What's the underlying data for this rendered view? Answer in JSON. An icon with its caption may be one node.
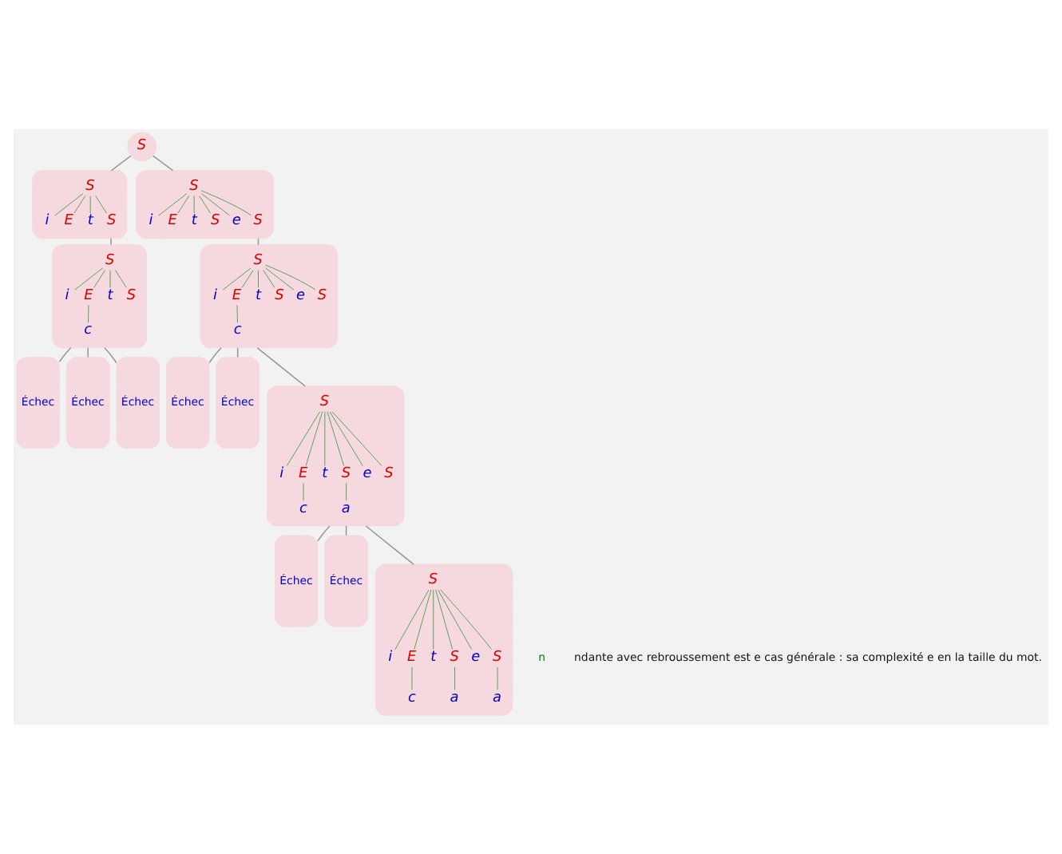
{
  "diagram": {
    "nodes": [
      {
        "text": [
          "S"
        ]
      },
      {
        "text": [],
        "shape": "box"
      },
      {
        "text": [
          "S"
        ],
        "in": 1
      },
      {
        "text": [
          "i"
        ],
        "in": 1
      },
      {
        "text": [
          "E"
        ],
        "in": 1
      },
      {
        "text": [
          "t"
        ],
        "in": 1
      },
      {
        "text": [
          "S"
        ],
        "in": 1
      },
      {
        "text": [],
        "shape": "box"
      },
      {
        "text": [
          "S"
        ],
        "in": 7
      },
      {
        "text": [
          "i"
        ],
        "in": 7
      },
      {
        "text": [
          "E"
        ],
        "in": 7
      },
      {
        "text": [
          "t"
        ],
        "in": 7
      },
      {
        "text": [
          "S"
        ],
        "in": 7
      },
      {
        "text": [
          "e"
        ],
        "in": 7
      },
      {
        "text": [
          "S"
        ],
        "in": 7
      },
      {
        "text": [],
        "shape": "box"
      },
      {
        "text": [
          "S"
        ],
        "in": 15
      },
      {
        "text": [
          "i"
        ],
        "in": 15
      },
      {
        "text": [
          "E"
        ],
        "in": 15
      },
      {
        "text": [
          "t"
        ],
        "in": 15
      },
      {
        "text": [
          "S"
        ],
        "in": 15
      },
      {
        "text": [
          "c"
        ],
        "in": 15
      },
      {
        "text": [],
        "shape": "box"
      },
      {
        "text": [
          "S"
        ],
        "in": 22
      },
      {
        "text": [
          "i"
        ],
        "in": 22
      },
      {
        "text": [
          "E"
        ],
        "in": 22
      },
      {
        "text": [
          "t"
        ],
        "in": 22
      },
      {
        "text": [
          "S"
        ],
        "in": 22
      },
      {
        "text": [
          "e"
        ],
        "in": 22
      },
      {
        "text": [
          "S"
        ],
        "in": 22
      },
      {
        "text": [
          "c"
        ],
        "in": 22
      },
      {
        "text": [
          "Échec"
        ]
      },
      {
        "text": [
          "Échec"
        ]
      },
      {
        "text": [
          "Échec"
        ]
      },
      {
        "text": [
          "Échec"
        ]
      },
      {
        "text": [
          "Échec"
        ]
      },
      {
        "text": [],
        "shape": "box"
      },
      {
        "text": [
          "S"
        ],
        "in": 36
      },
      {
        "text": [
          "i"
        ],
        "in": 36
      },
      {
        "text": [
          "E"
        ],
        "in": 36
      },
      {
        "text": [
          "t"
        ],
        "in": 36
      },
      {
        "text": [
          "S"
        ],
        "in": 36
      },
      {
        "text": [
          "e"
        ],
        "in": 36
      },
      {
        "text": [
          "S"
        ],
        "in": 36
      },
      {
        "text": [
          "c"
        ],
        "in": 36
      },
      {
        "text": [
          "a"
        ],
        "in": 36
      },
      {
        "text": [
          "Échec"
        ]
      },
      {
        "text": [
          "Échec"
        ]
      },
      {
        "text": [],
        "shape": "box"
      },
      {
        "text": [
          "S"
        ],
        "in": 48
      },
      {
        "text": [
          "i"
        ],
        "in": 48
      },
      {
        "text": [
          "E"
        ],
        "in": 48
      },
      {
        "text": [
          "t"
        ],
        "in": 48
      },
      {
        "text": [
          "S"
        ],
        "in": 48
      },
      {
        "text": [
          "e"
        ],
        "in": 48
      },
      {
        "text": [
          "S"
        ],
        "in": 48
      },
      {
        "text": [
          "c"
        ],
        "in": 48
      },
      {
        "text": [
          "a"
        ],
        "in": 48
      },
      {
        "text": [
          "a"
        ],
        "in": 48
      }
    ],
    "edges": [
      {
        "from": 0,
        "to": 1,
        "arrow": "none",
        "color": "#999999"
      },
      {
        "from": 0,
        "to": 7,
        "arrow": "none",
        "color": "#999999"
      },
      {
        "from": 2,
        "to": 3,
        "arrow": "none"
      },
      {
        "from": 2,
        "to": 4,
        "arrow": "none"
      },
      {
        "from": 2,
        "to": 5,
        "arrow": "none"
      },
      {
        "from": 2,
        "to": 6,
        "arrow": "none"
      },
      {
        "from": 8,
        "to": 9,
        "arrow": "none"
      },
      {
        "from": 8,
        "to": 10,
        "arrow": "none"
      },
      {
        "from": 8,
        "to": 11,
        "arrow": "none"
      },
      {
        "from": 8,
        "to": 12,
        "arrow": "none"
      },
      {
        "from": 8,
        "to": 13,
        "arrow": "none"
      },
      {
        "from": 8,
        "to": 14,
        "arrow": "none"
      },
      {
        "from": 1,
        "to": 15,
        "arrow": "none",
        "color": "#999999"
      },
      {
        "from": 7,
        "to": 22,
        "arrow": "none",
        "color": "#999999"
      },
      {
        "from": 16,
        "to": 17,
        "arrow": "none"
      },
      {
        "from": 16,
        "to": 18,
        "arrow": "none"
      },
      {
        "from": 16,
        "to": 19,
        "arrow": "none"
      },
      {
        "from": 16,
        "to": 20,
        "arrow": "none"
      },
      {
        "from": 18,
        "to": 21,
        "arrow": "none"
      },
      {
        "from": 23,
        "to": 24,
        "arrow": "none"
      },
      {
        "from": 23,
        "to": 25,
        "arrow": "none"
      },
      {
        "from": 23,
        "to": 26,
        "arrow": "none"
      },
      {
        "from": 23,
        "to": 27,
        "arrow": "none"
      },
      {
        "from": 23,
        "to": 28,
        "arrow": "none"
      },
      {
        "from": 23,
        "to": 29,
        "arrow": "none"
      },
      {
        "from": 25,
        "to": 30,
        "arrow": "none"
      },
      {
        "from": 15,
        "to": 31,
        "arrow": "none",
        "color": "#999999"
      },
      {
        "from": 15,
        "to": 32,
        "arrow": "none",
        "color": "#999999"
      },
      {
        "from": 15,
        "to": 33,
        "arrow": "none",
        "color": "#999999"
      },
      {
        "from": 22,
        "to": 34,
        "arrow": "none",
        "color": "#999999"
      },
      {
        "from": 22,
        "to": 35,
        "arrow": "none",
        "color": "#999999"
      },
      {
        "from": 22,
        "to": 36,
        "arrow": "none",
        "color": "#999999"
      },
      {
        "from": 37,
        "to": 38,
        "arrow": "none"
      },
      {
        "from": 37,
        "to": 39,
        "arrow": "none"
      },
      {
        "from": 37,
        "to": 40,
        "arrow": "none"
      },
      {
        "from": 37,
        "to": 41,
        "arrow": "none"
      },
      {
        "from": 37,
        "to": 42,
        "arrow": "none"
      },
      {
        "from": 37,
        "to": 43,
        "arrow": "none"
      },
      {
        "from": 39,
        "to": 44,
        "arrow": "none"
      },
      {
        "from": 41,
        "to": 45,
        "arrow": "none"
      },
      {
        "from": 36,
        "to": 46,
        "arrow": "none",
        "color": "#999999"
      },
      {
        "from": 36,
        "to": 47,
        "arrow": "none",
        "color": "#999999"
      },
      {
        "from": 36,
        "to": 48,
        "arrow": "none",
        "color": "#999999"
      },
      {
        "from": 49,
        "to": 50,
        "arrow": "none"
      },
      {
        "from": 49,
        "to": 51,
        "arrow": "none"
      },
      {
        "from": 49,
        "to": 52,
        "arrow": "none"
      },
      {
        "from": 49,
        "to": 53,
        "arrow": "none"
      },
      {
        "from": 49,
        "to": 54,
        "arrow": "none"
      },
      {
        "from": 49,
        "to": 55,
        "arrow": "none"
      },
      {
        "from": 51,
        "to": 56,
        "arrow": "none"
      },
      {
        "from": 53,
        "to": 57,
        "arrow": "none"
      },
      {
        "from": 55,
        "to": 58,
        "arrow": "none"
      }
    ],
    "labels": [
      "n",
      "ndante avec rebroussement est e cas générale : sa complexité e en la taille du mot."
    ]
  }
}
